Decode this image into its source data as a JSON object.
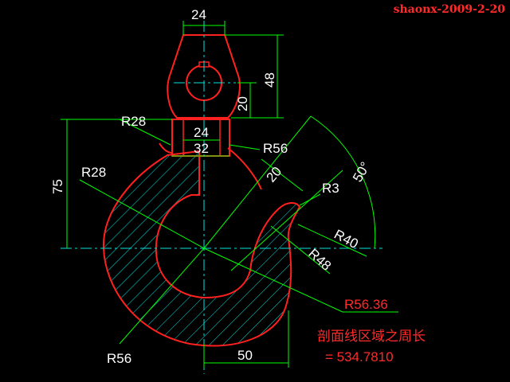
{
  "signature": "shaonx-2009-2-20",
  "dimensions": {
    "top_width": "24",
    "height_48": "48",
    "height_20": "20",
    "r28_top": "R28",
    "inner_24": "24",
    "inner_32": "32",
    "r56_right": "R56",
    "angle": "50°",
    "r28_left": "R28",
    "gap_20": "20",
    "r3": "R3",
    "height_75": "75",
    "r40": "R40",
    "r48": "R48",
    "r56_bottom": "R56",
    "bottom_50": "50"
  },
  "annotation": {
    "radius_result": "R56.36",
    "perimeter_label": "剖面线区域之周长",
    "perimeter_value": "= 534.7810"
  },
  "colors": {
    "outline": "#ff2020",
    "dimension": "#00ff00",
    "centerline": "#00e5e5",
    "hatch": "#00e5e5",
    "text": "#ffffff"
  }
}
